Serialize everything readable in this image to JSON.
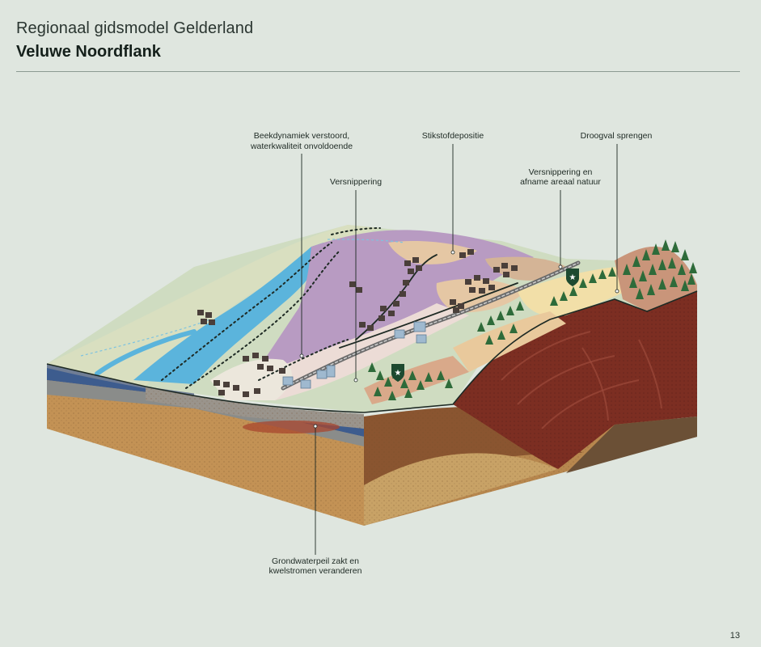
{
  "header": {
    "subtitle": "Regionaal gidsmodel Gelderland",
    "title": "Veluwe Noordflank"
  },
  "annotations": {
    "beek_line1": "Beekdynamiek verstoord,",
    "beek_line2": "waterkwaliteit onvoldoende",
    "versnippering": "Versnippering",
    "stikstof": "Stikstofdepositie",
    "versnip_natuur_line1": "Versnippering en",
    "versnip_natuur_line2": "afname areaal natuur",
    "droogval": "Droogval sprengen",
    "grondwater_line1": "Grondwaterpeil zakt en",
    "grondwater_line2": "kwelstromen veranderen"
  },
  "footer": {
    "page_number": "13"
  },
  "colors": {
    "background": "#dfe6df",
    "water": "#5bb4dc",
    "heath": "#b89bc2",
    "sand_soil": "#b88a50",
    "clay_red": "#7c2e22",
    "forest": "#2e6b3a"
  }
}
